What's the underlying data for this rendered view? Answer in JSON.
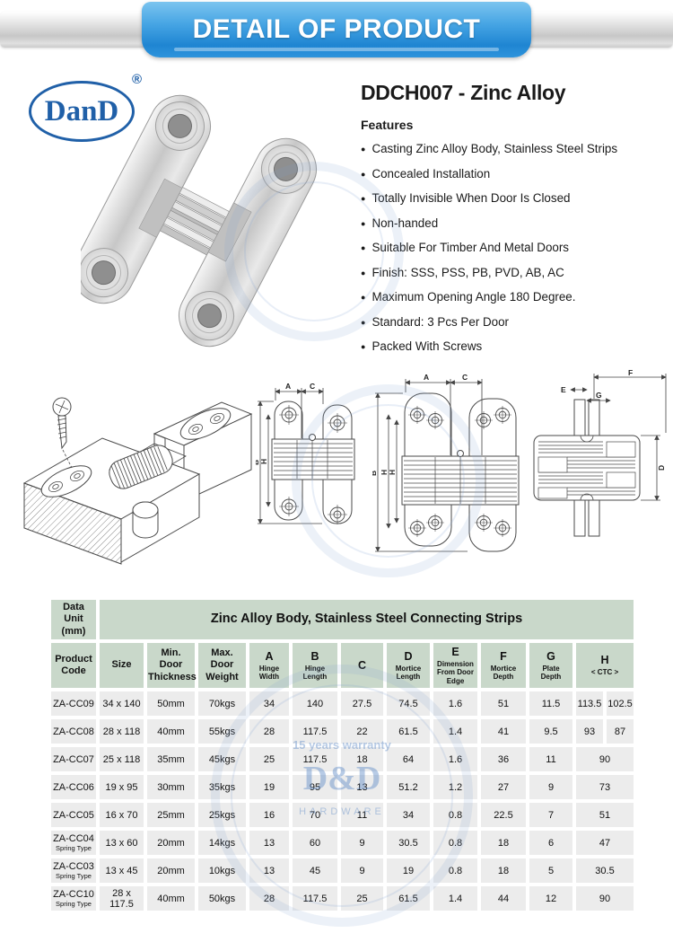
{
  "banner": {
    "title": "DETAIL OF PRODUCT"
  },
  "brand": {
    "logo_text": "DanD",
    "registered_mark": "®"
  },
  "product": {
    "title": "DDCH007 - Zinc Alloy",
    "features_heading": "Features",
    "bullet": "●",
    "features": [
      "Casting Zinc Alloy Body, Stainless Steel Strips",
      "Concealed Installation",
      "Totally Invisible When Door Is Closed",
      "Non-handed",
      "Suitable For Timber And Metal Doors",
      "Finish: SSS, PSS, PB, PVD, AB, AC",
      "Maximum Opening Angle 180 Degree.",
      "Standard: 3 Pcs Per Door",
      "Packed With Screws"
    ]
  },
  "diagrams": {
    "labels": {
      "a": "A",
      "b": "B",
      "c": "C",
      "d": "D",
      "e": "E",
      "f": "F",
      "g": "G",
      "h": "H"
    }
  },
  "watermark": {
    "brand": "D&D",
    "brand_sub": "HARDWARE",
    "tagline": "15 years warranty"
  },
  "table": {
    "unit_header": "Data Unit\n(mm)",
    "group_header": "Zinc Alloy Body, Stainless Steel Connecting Strips",
    "columns": [
      {
        "label": "Product\nCode",
        "sub": ""
      },
      {
        "label": "Size",
        "sub": ""
      },
      {
        "label": "Min.\nDoor\nThickness",
        "sub": ""
      },
      {
        "label": "Max.\nDoor\nWeight",
        "sub": ""
      },
      {
        "label": "A",
        "sub": "Hinge\nWidth",
        "letter": true
      },
      {
        "label": "B",
        "sub": "Hinge\nLength",
        "letter": true
      },
      {
        "label": "C",
        "sub": "",
        "letter": true
      },
      {
        "label": "D",
        "sub": "Mortice\nLength",
        "letter": true
      },
      {
        "label": "E",
        "sub": "Dimension\nFrom Door Edge",
        "letter": true
      },
      {
        "label": "F",
        "sub": "Mortice\nDepth",
        "letter": true
      },
      {
        "label": "G",
        "sub": "Plate\nDepth",
        "letter": true
      },
      {
        "label": "H",
        "sub": "< CTC >",
        "letter": true,
        "span": 2
      }
    ],
    "rows": [
      {
        "code": "ZA-CC09",
        "note": "",
        "size": "34 x 140",
        "min_door_thickness": "50mm",
        "max_door_weight": "70kgs",
        "a": "34",
        "b": "140",
        "c": "27.5",
        "d": "74.5",
        "e": "1.6",
        "f": "51",
        "g": "11.5",
        "h": [
          "113.5",
          "102.5"
        ]
      },
      {
        "code": "ZA-CC08",
        "note": "",
        "size": "28 x 118",
        "min_door_thickness": "40mm",
        "max_door_weight": "55kgs",
        "a": "28",
        "b": "117.5",
        "c": "22",
        "d": "61.5",
        "e": "1.4",
        "f": "41",
        "g": "9.5",
        "h": [
          "93",
          "87"
        ]
      },
      {
        "code": "ZA-CC07",
        "note": "",
        "size": "25 x 118",
        "min_door_thickness": "35mm",
        "max_door_weight": "45kgs",
        "a": "25",
        "b": "117.5",
        "c": "18",
        "d": "64",
        "e": "1.6",
        "f": "36",
        "g": "11",
        "h": [
          "90"
        ]
      },
      {
        "code": "ZA-CC06",
        "note": "",
        "size": "19 x 95",
        "min_door_thickness": "30mm",
        "max_door_weight": "35kgs",
        "a": "19",
        "b": "95",
        "c": "13",
        "d": "51.2",
        "e": "1.2",
        "f": "27",
        "g": "9",
        "h": [
          "73"
        ]
      },
      {
        "code": "ZA-CC05",
        "note": "",
        "size": "16 x 70",
        "min_door_thickness": "25mm",
        "max_door_weight": "25kgs",
        "a": "16",
        "b": "70",
        "c": "11",
        "d": "34",
        "e": "0.8",
        "f": "22.5",
        "g": "7",
        "h": [
          "51"
        ]
      },
      {
        "code": "ZA-CC04",
        "note": "Spring Type",
        "size": "13 x 60",
        "min_door_thickness": "20mm",
        "max_door_weight": "14kgs",
        "a": "13",
        "b": "60",
        "c": "9",
        "d": "30.5",
        "e": "0.8",
        "f": "18",
        "g": "6",
        "h": [
          "47"
        ]
      },
      {
        "code": "ZA-CC03",
        "note": "Spring Type",
        "size": "13 x 45",
        "min_door_thickness": "20mm",
        "max_door_weight": "10kgs",
        "a": "13",
        "b": "45",
        "c": "9",
        "d": "19",
        "e": "0.8",
        "f": "18",
        "g": "5",
        "h": [
          "30.5"
        ]
      },
      {
        "code": "ZA-CC10",
        "note": "Spring Type",
        "size": "28 x 117.5",
        "min_door_thickness": "40mm",
        "max_door_weight": "50kgs",
        "a": "28",
        "b": "117.5",
        "c": "25",
        "d": "61.5",
        "e": "1.4",
        "f": "44",
        "g": "12",
        "h": [
          "90"
        ]
      }
    ]
  }
}
